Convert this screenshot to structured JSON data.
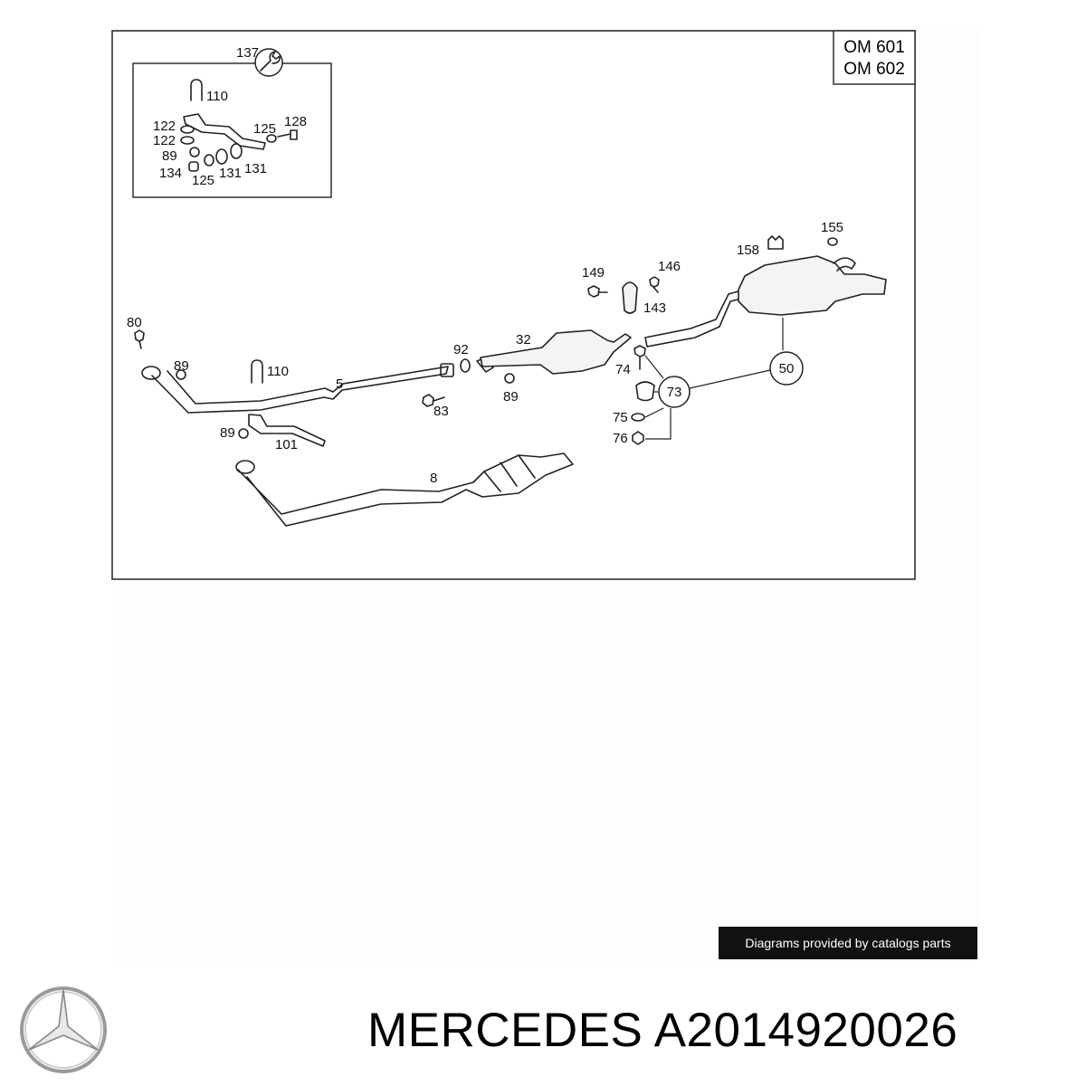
{
  "diagram": {
    "engine_codes": [
      "OM 601",
      "OM 602"
    ],
    "labels": {
      "p137": "137",
      "p110a": "110",
      "p122a": "122",
      "p122b": "122",
      "p125a": "125",
      "p128": "128",
      "p89a": "89",
      "p134": "134",
      "p125b": "125",
      "p131a": "131",
      "p131b": "131",
      "p155": "155",
      "p158": "158",
      "p149": "149",
      "p146": "146",
      "p143": "143",
      "p80": "80",
      "p89b": "89",
      "p110b": "110",
      "p5": "5",
      "p92": "92",
      "p32": "32",
      "p74": "74",
      "p89c": "89",
      "p83": "83",
      "p73": "73",
      "p50": "50",
      "p75": "75",
      "p76": "76",
      "p89d": "89",
      "p101": "101",
      "p8": "8"
    },
    "credit": "Diagrams provided by catalogs parts"
  },
  "footer": {
    "brand": "MERCEDES",
    "part_number": "A2014920026",
    "logo_icon": "mercedes-star-icon"
  }
}
